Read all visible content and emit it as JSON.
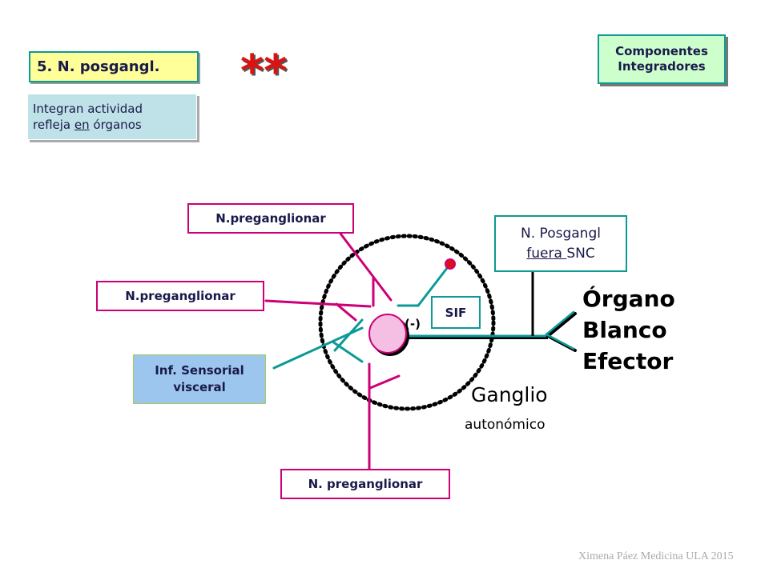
{
  "header": {
    "box5_title": "5. N. posgangl.",
    "stars": "**",
    "components": {
      "line1": "Componentes",
      "line2": "Integradores"
    },
    "description": {
      "line1": "Integran actividad",
      "line2_pre": "refleja ",
      "line2_u": "en",
      "line2_post": " órganos"
    }
  },
  "labels": {
    "prega_top": "N.preganglionar",
    "prega_left": "N.preganglionar",
    "sensorial": {
      "line1": "Inf. Sensorial",
      "line2": "visceral"
    },
    "prega_bottom": "N. preganglionar",
    "posgangl": {
      "line1": "N. Posgangl",
      "line2_u": "fuera ",
      "line2_post": "SNC"
    },
    "sif": "SIF",
    "inhibit": "(-)",
    "organo": {
      "line1": "Órgano",
      "line2": "Blanco",
      "line3": "Efector"
    },
    "ganglio": "Ganglio",
    "autonomico": "autonómico"
  },
  "footer": {
    "credit": "Ximena Páez Medicina ULA 2015"
  },
  "colors": {
    "pink": "#cc0077",
    "teal": "#0c9a96",
    "red": "#dd1111",
    "body": "#f5bfe4",
    "sensorial_bg": "#9cc6ee",
    "desc_bg": "#bfe2e8",
    "title_bg": "#ffff99",
    "components_bg": "#ccffcc"
  }
}
